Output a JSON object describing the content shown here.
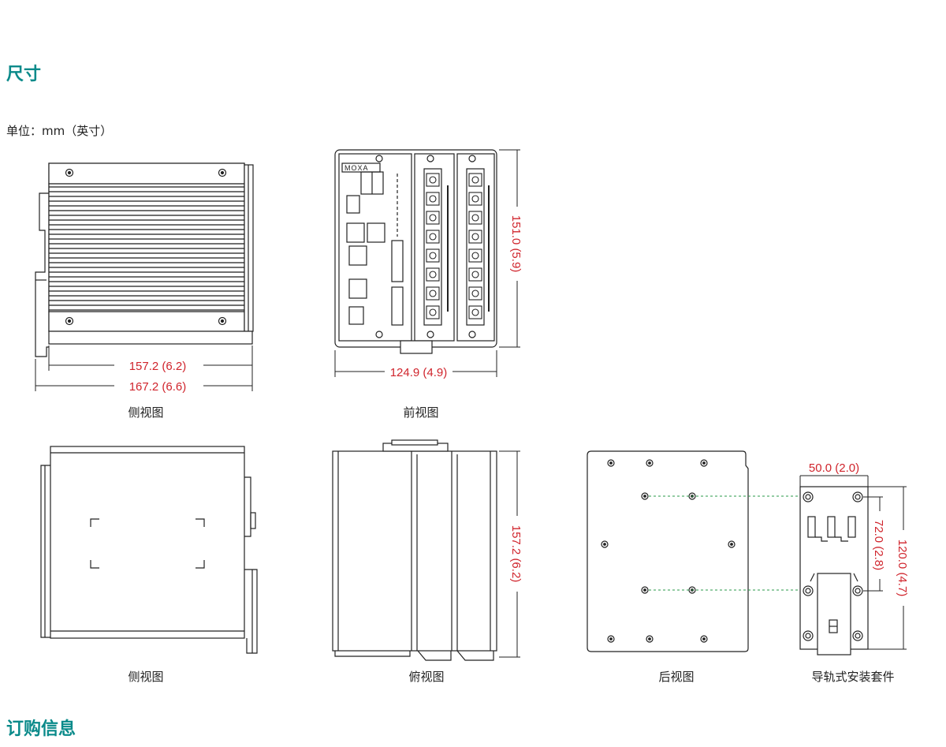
{
  "section": {
    "title": "尺寸",
    "unit_label": "单位：mm（英寸）",
    "next_section_title": "订购信息"
  },
  "views": {
    "side_view_1": {
      "caption": "侧视图",
      "dims": [
        "157.2 (6.2)",
        "167.2 (6.6)"
      ]
    },
    "front_view": {
      "caption": "前视图",
      "dims": [
        "124.9 (4.9)",
        "151.0 (5.9)"
      ],
      "brand_logo": "MOXA"
    },
    "side_view_2": {
      "caption": "侧视图"
    },
    "top_view": {
      "caption": "俯视图",
      "dims": [
        "157.2 (6.2)"
      ]
    },
    "rear_view": {
      "caption": "后视图"
    },
    "din_rail_kit": {
      "caption": "导轨式安装套件",
      "dims": [
        "50.0 (2.0)",
        "72.0 (2.8)",
        "120.0 (4.7)"
      ]
    }
  },
  "colors": {
    "heading": "#0a8a8a",
    "dimension": "#d0242c",
    "rail_guide": "#2a9a4a"
  }
}
